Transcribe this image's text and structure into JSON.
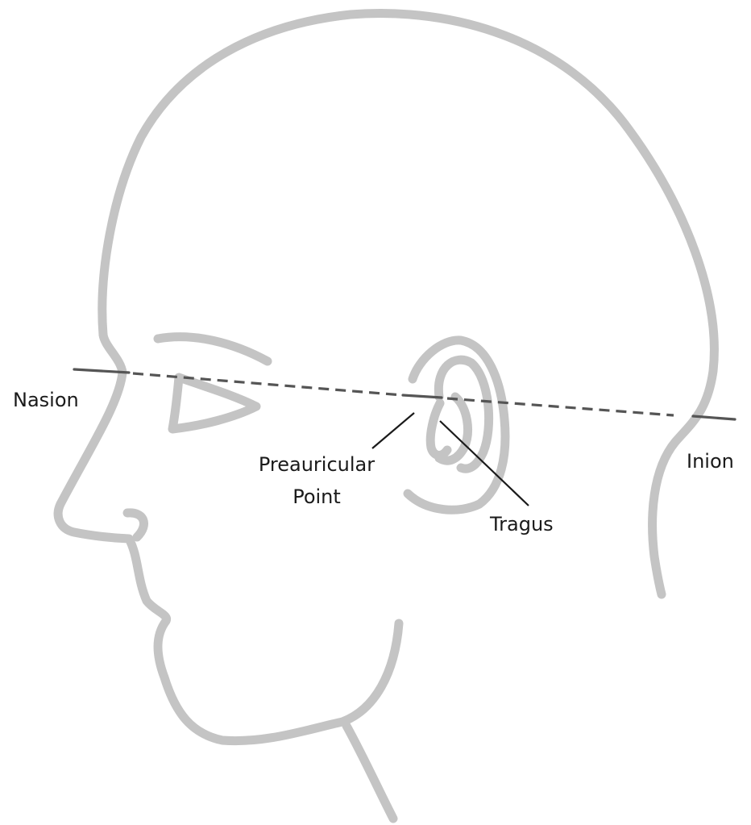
{
  "labels": {
    "nasion": "Nasion",
    "inion": "Inion",
    "preauricular_line1": "Preauricular",
    "preauricular_line2": "Point",
    "tragus": "Tragus"
  },
  "colors": {
    "outline": "#c4c4c4",
    "reference_line": "#555555",
    "leader": "#1a1a1a",
    "text": "#1a1a1a"
  }
}
